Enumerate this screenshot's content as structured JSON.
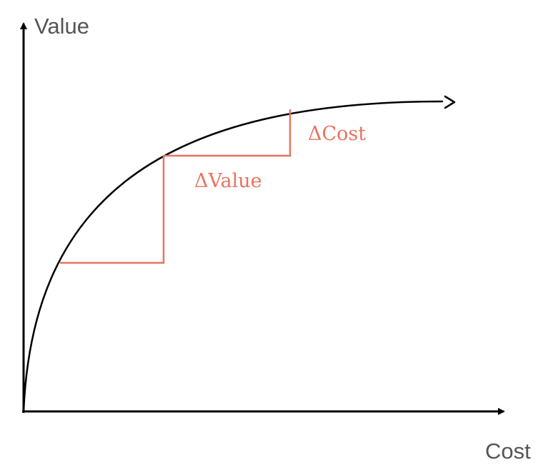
{
  "labels": {
    "y_axis": "Value",
    "x_axis": "Cost",
    "delta_cost": "ΔCost",
    "delta_value": "ΔValue"
  },
  "colors": {
    "axis": "#000000",
    "curve": "#000000",
    "annotation": "#e8735f",
    "axis_label": "#555555"
  }
}
